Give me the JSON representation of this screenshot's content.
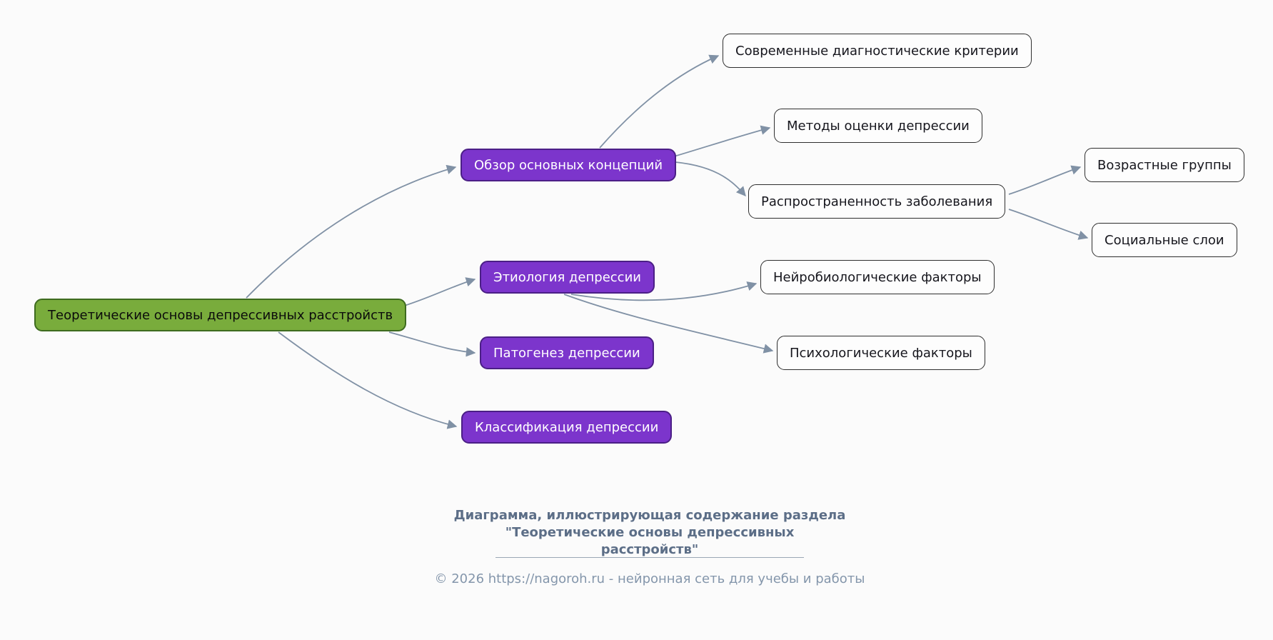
{
  "diagram_title": "Теоретические основы депрессивных расстройств",
  "nodes": {
    "root": {
      "label": "Теоретические основы депрессивных расстройств"
    },
    "overview": {
      "label": "Обзор основных концепций"
    },
    "etiology": {
      "label": "Этиология депрессии"
    },
    "pathogenesis": {
      "label": "Патогенез депрессии"
    },
    "classification": {
      "label": "Классификация депрессии"
    },
    "criteria": {
      "label": "Современные диагностические критерии"
    },
    "methods": {
      "label": "Методы оценки депрессии"
    },
    "prevalence": {
      "label": "Распространенность заболевания"
    },
    "neuro": {
      "label": "Нейробиологические факторы"
    },
    "psych": {
      "label": "Психологические факторы"
    },
    "age": {
      "label": "Возрастные группы"
    },
    "social": {
      "label": "Социальные слои"
    }
  },
  "edges": [
    {
      "from": "root",
      "to": "overview"
    },
    {
      "from": "root",
      "to": "etiology"
    },
    {
      "from": "root",
      "to": "pathogenesis"
    },
    {
      "from": "root",
      "to": "classification"
    },
    {
      "from": "overview",
      "to": "criteria"
    },
    {
      "from": "overview",
      "to": "methods"
    },
    {
      "from": "overview",
      "to": "prevalence"
    },
    {
      "from": "etiology",
      "to": "neuro"
    },
    {
      "from": "etiology",
      "to": "psych"
    },
    {
      "from": "prevalence",
      "to": "age"
    },
    {
      "from": "prevalence",
      "to": "social"
    }
  ],
  "caption": {
    "lines": [
      "Диаграмма, иллюстрирующая содержание раздела",
      "\"Теоретические основы депрессивных",
      "расстройств\""
    ],
    "footer": "© 2026 https://nagoroh.ru - нейронная сеть для учебы и работы"
  },
  "colors": {
    "bg": "#fbfbfb",
    "root_fill": "#79AC3C",
    "root_border": "#3E6B1F",
    "root_text": "#0b0b0b",
    "branch_fill": "#7C35CC",
    "branch_border": "#4B1F86",
    "branch_text": "#ffffff",
    "leaf_fill": "#fdfdfd",
    "leaf_border": "#2E2E2E",
    "leaf_text": "#16161d",
    "edge_color": "#8091A5",
    "caption_color": "#5C6E87",
    "footer_color": "#8496AB",
    "divider_color": "#9AA7B5"
  }
}
